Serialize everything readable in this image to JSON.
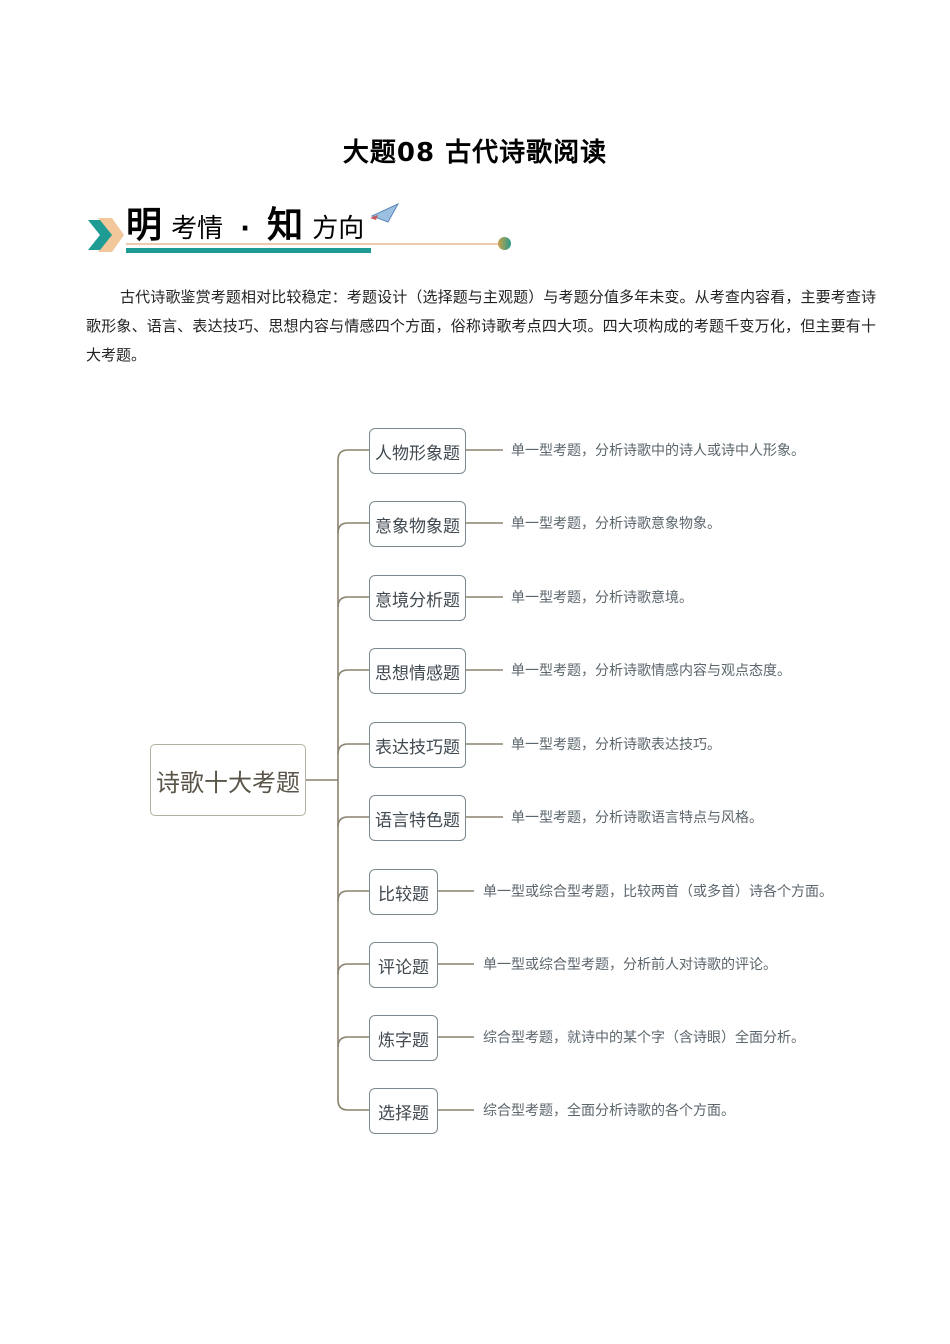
{
  "page": {
    "title": "大题08 古代诗歌阅读"
  },
  "banner": {
    "char1": "明",
    "part1": "考情",
    "separator": "·",
    "char2": "知",
    "part2": "方向",
    "icons": [
      "chevron-right-icon",
      "paper-plane-icon"
    ],
    "colors": {
      "teal": "#1e9c94",
      "peach": "#f2c79a",
      "line": "#f1c9ad"
    }
  },
  "intro": {
    "text": "古代诗歌鉴赏考题相对比较稳定：考题设计（选择题与主观题）与考题分值多年未变。从考查内容看，主要考查诗歌形象、语言、表达技巧、思想内容与情感四个方面，俗称诗歌考点四大项。四大项构成的考题千变万化，但主要有十大考题。"
  },
  "mindmap": {
    "root": "诗歌十大考题",
    "branches": [
      {
        "label": "人物形象题",
        "desc": "单一型考题，分析诗歌中的诗人或诗中人形象。"
      },
      {
        "label": "意象物象题",
        "desc": "单一型考题，分析诗歌意象物象。"
      },
      {
        "label": "意境分析题",
        "desc": "单一型考题，分析诗歌意境。"
      },
      {
        "label": "思想情感题",
        "desc": "单一型考题，分析诗歌情感内容与观点态度。"
      },
      {
        "label": "表达技巧题",
        "desc": "单一型考题，分析诗歌表达技巧。"
      },
      {
        "label": "语言特色题",
        "desc": "单一型考题，分析诗歌语言特点与风格。"
      },
      {
        "label": "比较题",
        "desc": "单一型或综合型考题，比较两首（或多首）诗各个方面。"
      },
      {
        "label": "评论题",
        "desc": "单一型或综合型考题，分析前人对诗歌的评论。"
      },
      {
        "label": "炼字题",
        "desc": "综合型考题，就诗中的某个字（含诗眼）全面分析。"
      },
      {
        "label": "选择题",
        "desc": "综合型考题，全面分析诗歌的各个方面。"
      }
    ],
    "colors": {
      "connector": "#8a8270",
      "node_border": "#7b8a8e",
      "text": "#5b666c"
    }
  }
}
